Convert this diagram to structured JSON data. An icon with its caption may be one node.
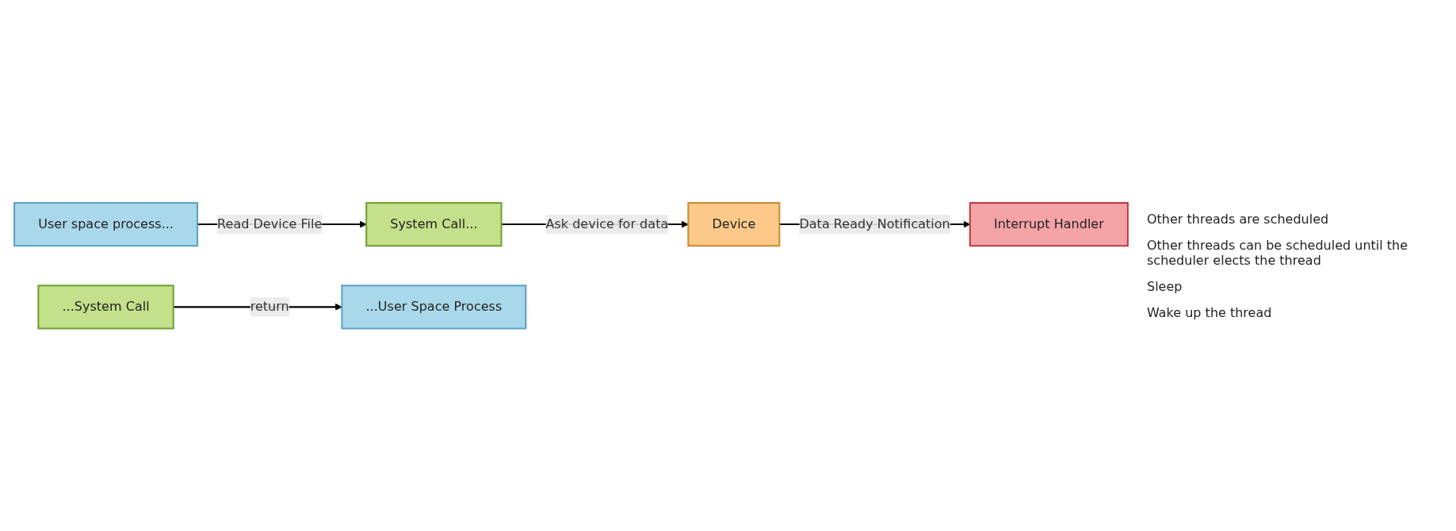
{
  "diagram": {
    "nodes": [
      {
        "text": [
          "User space process..."
        ]
      },
      {
        "text": [
          "System Call..."
        ]
      },
      {
        "text": [
          "Device"
        ]
      },
      {
        "text": [
          "Interrupt Handler"
        ]
      },
      {
        "text": [
          "...System Call"
        ]
      },
      {
        "text": [
          "...User Space Process"
        ]
      }
    ],
    "edges": [
      {
        "from": 0,
        "to": 1,
        "arrow": "to",
        "label": "Read Device File"
      },
      {
        "from": 1,
        "to": 2,
        "arrow": "to",
        "label": "Ask device for data"
      },
      {
        "from": 2,
        "to": 3,
        "arrow": "to",
        "label": "Data Ready Notification"
      },
      {
        "from": 4,
        "to": 5,
        "arrow": "to",
        "label": "return"
      }
    ],
    "labels": [
      "Other threads are scheduled",
      "Other threads can be scheduled until the scheduler elects the thread",
      "Sleep",
      "Wake up the thread"
    ]
  }
}
